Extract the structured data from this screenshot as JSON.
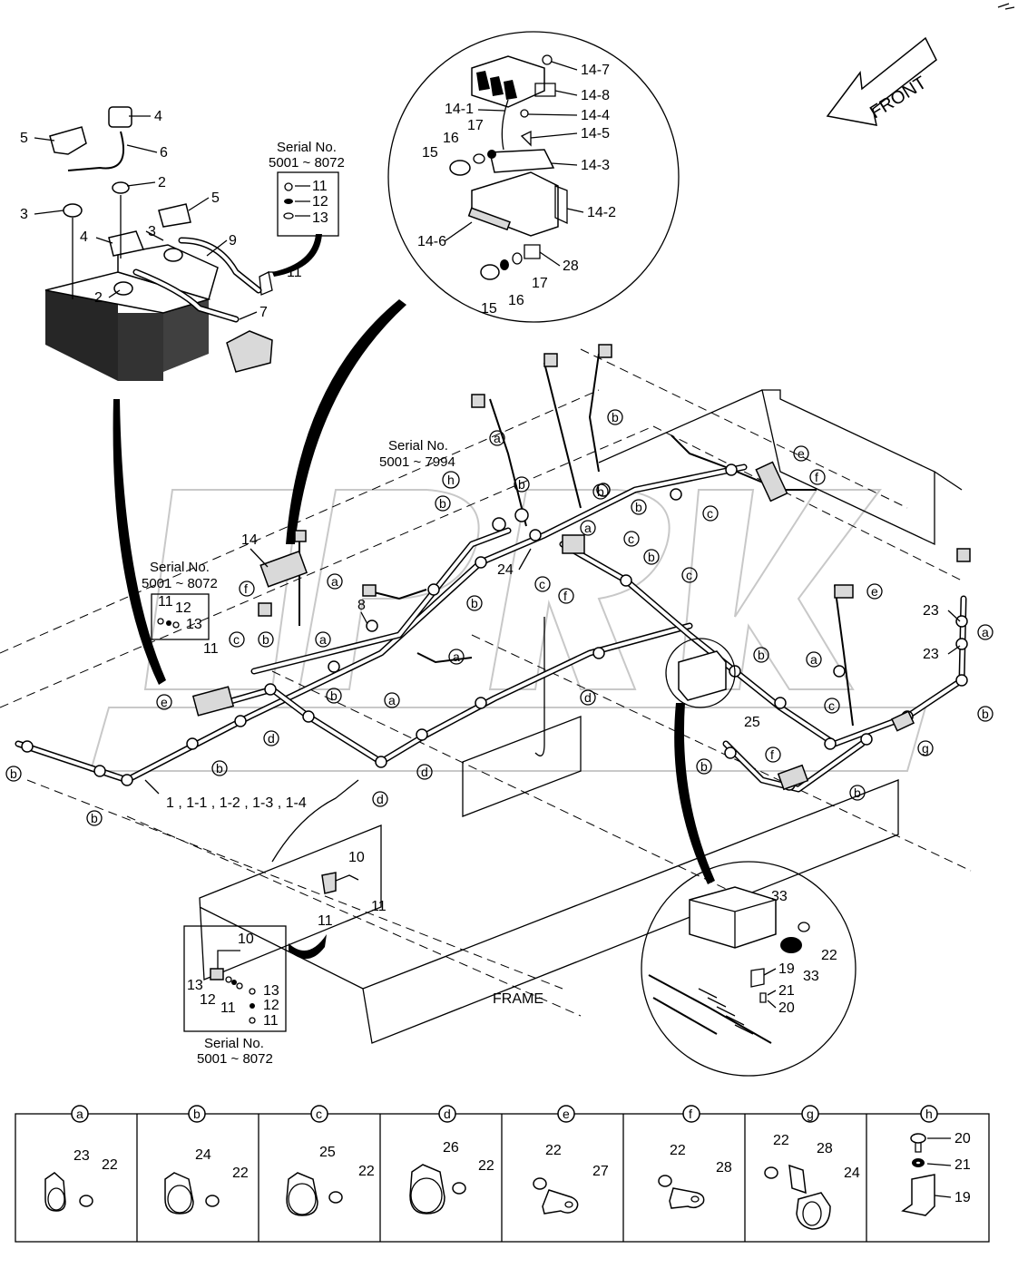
{
  "front_label": "FRONT",
  "frame_label": "FRAME",
  "serial_blocks": {
    "top_battery": {
      "title": "Serial No.",
      "range": "5001 ~ 8072",
      "items": [
        "11",
        "12",
        "13"
      ]
    },
    "mid_left": {
      "title": "Serial No.",
      "range": "5001 ~ 8072",
      "items": [
        "11",
        "12",
        "13"
      ]
    },
    "center": {
      "title": "Serial No.",
      "range": "5001 ~ 7994"
    },
    "bottom": {
      "title": "Serial No.",
      "range": "5001 ~ 8072",
      "items": [
        "10",
        "13",
        "12",
        "11",
        "13",
        "12",
        "11"
      ]
    }
  },
  "battery_parts": [
    "4",
    "5",
    "6",
    "2",
    "3",
    "5",
    "4",
    "3",
    "9",
    "11",
    "2",
    "7"
  ],
  "bracket_parts": [
    "14-7",
    "14-8",
    "14-1",
    "14-4",
    "17",
    "16",
    "14-5",
    "15",
    "14-3",
    "14-2",
    "14-6",
    "28",
    "15",
    "16",
    "17"
  ],
  "harness_labels": [
    "14",
    "8",
    "11",
    "24",
    "23",
    "23",
    "25",
    "1 , 1-1 , 1-2 , 1-3 , 1-4",
    "10",
    "11",
    "11"
  ],
  "junction_parts": [
    "33",
    "22",
    "19",
    "33",
    "21",
    "20"
  ],
  "callout_letters": [
    "a",
    "b",
    "c",
    "d",
    "e",
    "f",
    "g",
    "h"
  ],
  "legend": [
    {
      "letter": "a",
      "parts": [
        "23",
        "22"
      ]
    },
    {
      "letter": "b",
      "parts": [
        "24",
        "22"
      ]
    },
    {
      "letter": "c",
      "parts": [
        "25",
        "22"
      ]
    },
    {
      "letter": "d",
      "parts": [
        "26",
        "22"
      ]
    },
    {
      "letter": "e",
      "parts": [
        "22",
        "27"
      ]
    },
    {
      "letter": "f",
      "parts": [
        "22",
        "28"
      ]
    },
    {
      "letter": "g",
      "parts": [
        "22",
        "28",
        "24"
      ]
    },
    {
      "letter": "h",
      "parts": [
        "20",
        "21",
        "19"
      ]
    }
  ]
}
